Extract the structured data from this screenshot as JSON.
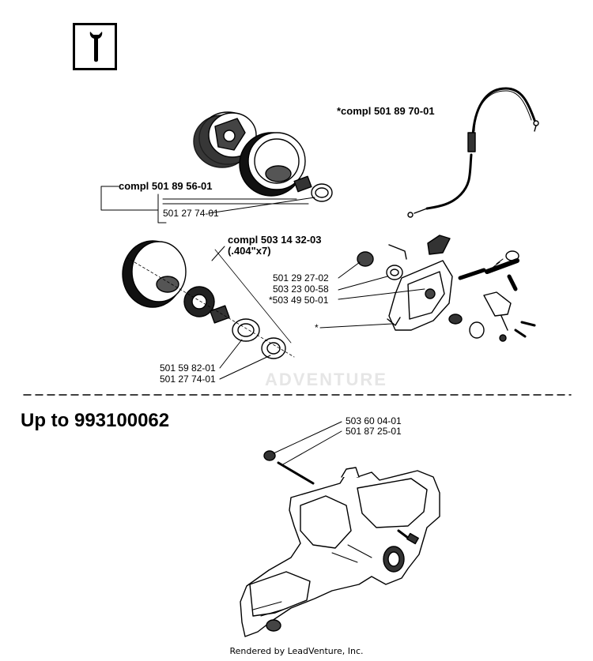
{
  "header": {
    "tool_icon": "wrench-icon"
  },
  "watermark": "ADVENTURE",
  "section_title": "Up to 993100062",
  "labels": {
    "compl_throttle_cable": "*compl 501 89 70-01",
    "compl_clutch_drum_rim": "compl 501 89 56-01",
    "clutch_bearing_ring_top": "501 27 74-01",
    "compl_clutch_drum_spur": "compl 503 14 32-03",
    "compl_clutch_drum_spur_size": "(.404\"x7)",
    "nut": "501 29 27-02",
    "washer": "503 23 00-58",
    "oil_pump": "*503 49 50-01",
    "star": "*",
    "needle_bearing": "501 59 82-01",
    "clutch_bearing_ring_bottom": "501 27 74-01",
    "stud": "503 60 04-01",
    "stud_nut": "501 87 25-01"
  },
  "footer": {
    "credit": "Rendered by LeadVenture, Inc."
  }
}
